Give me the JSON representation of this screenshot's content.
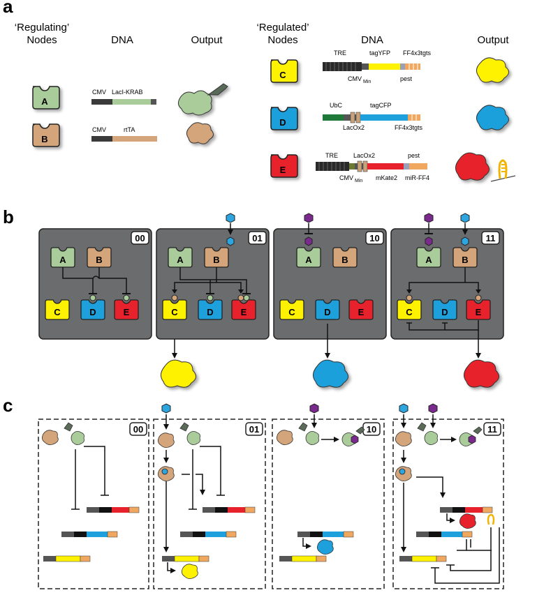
{
  "panels": {
    "a": "a",
    "b": "b",
    "c": "c"
  },
  "panel_a": {
    "regulating_title_1": "‘Regulating’",
    "regulating_title_2": "Nodes",
    "regulated_title_1": "‘Regulated’",
    "regulated_title_2": "Nodes",
    "dna_header": "DNA",
    "output_header": "Output",
    "rows": {
      "A": {
        "node": "A",
        "labels": [
          "CMV",
          "LacI-KRAB"
        ]
      },
      "B": {
        "node": "B",
        "labels": [
          "CMV",
          "rtTA"
        ]
      },
      "C": {
        "node": "C",
        "labels": [
          "TRE",
          "tagYFP",
          "FF4x3tgts",
          "CMV",
          "Min",
          "pest"
        ]
      },
      "D": {
        "node": "D",
        "labels": [
          "UbC",
          "tagCFP",
          "LacOx2",
          "FF4x3tgts"
        ]
      },
      "E": {
        "node": "E",
        "labels": [
          "TRE",
          "LacOx2",
          "pest",
          "CMV",
          "Min",
          "mKate2",
          "miR-FF4"
        ]
      }
    }
  },
  "panel_b": {
    "states": [
      "00",
      "01",
      "10",
      "11"
    ],
    "nodes": [
      "A",
      "B",
      "C",
      "D",
      "E"
    ]
  },
  "panel_c": {
    "states": [
      "00",
      "01",
      "10",
      "11"
    ]
  },
  "colors": {
    "A": "#a9cc9a",
    "B": "#d4a47a",
    "C": "#fff200",
    "D": "#1ea0dc",
    "E": "#e8222c",
    "box_bg": "#6b6c6e",
    "dox": "#2da6e0",
    "iptg": "#7a2a8c"
  }
}
